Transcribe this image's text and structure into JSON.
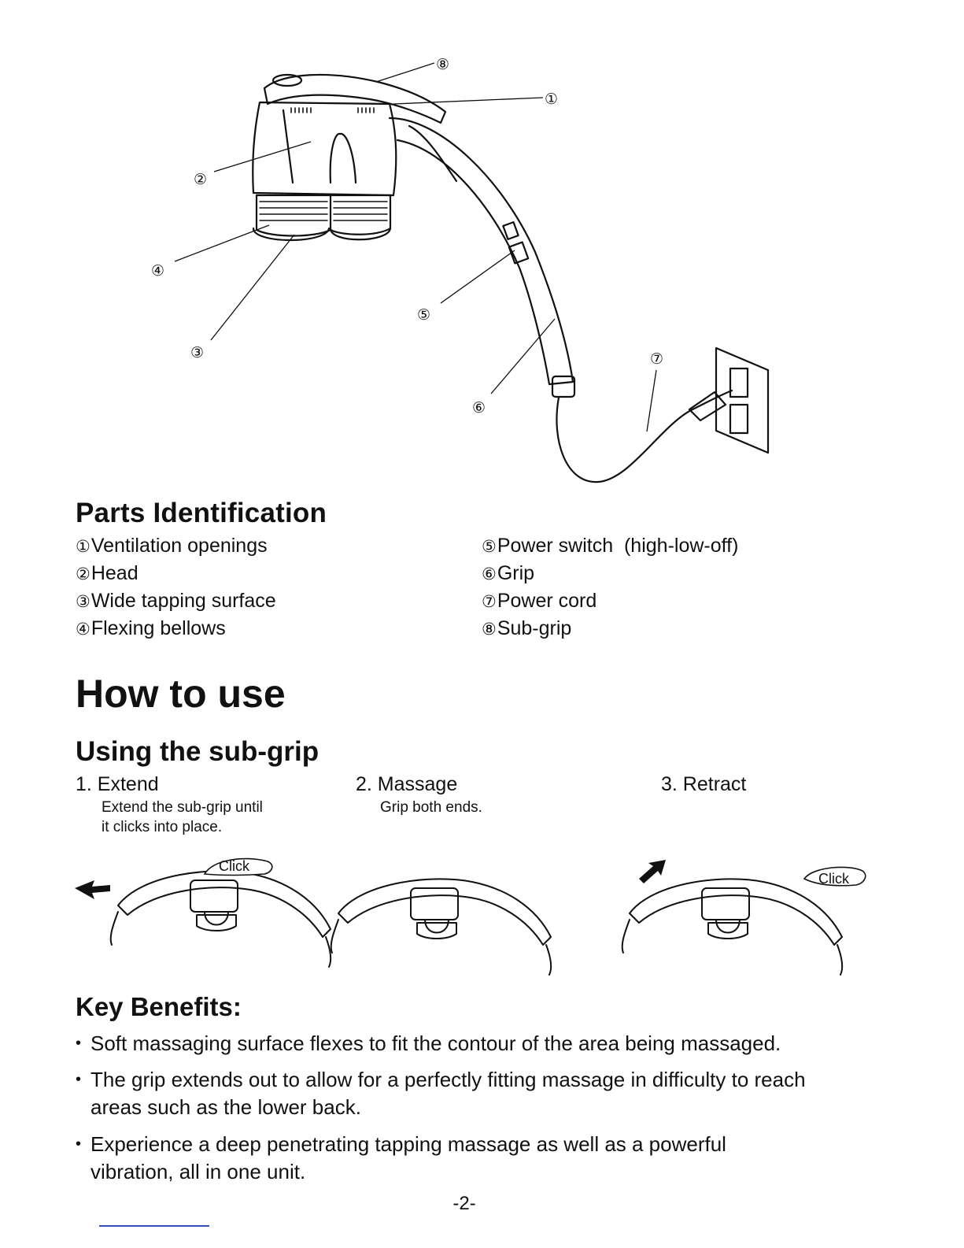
{
  "diagram": {
    "callouts": [
      "①",
      "②",
      "③",
      "④",
      "⑤",
      "⑥",
      "⑦",
      "⑧"
    ]
  },
  "parts_identification": {
    "heading": "Parts Identification",
    "left": [
      {
        "num": "①",
        "label": "Ventilation openings"
      },
      {
        "num": "②",
        "label": "Head"
      },
      {
        "num": "③",
        "label": "Wide tapping surface"
      },
      {
        "num": "④",
        "label": "Flexing bellows"
      }
    ],
    "right": [
      {
        "num": "⑤",
        "label": "Power switch  (high-low-off)"
      },
      {
        "num": "⑥",
        "label": "Grip"
      },
      {
        "num": "⑦",
        "label": "Power cord"
      },
      {
        "num": "⑧",
        "label": "Sub-grip"
      }
    ]
  },
  "how_to_use": {
    "heading": "How to use",
    "subheading": "Using the sub-grip",
    "steps": [
      {
        "title": "1. Extend",
        "desc_line1": "Extend the sub-grip until",
        "desc_line2": "it clicks into place."
      },
      {
        "title": "2. Massage",
        "desc_line1": "Grip both ends.",
        "desc_line2": ""
      },
      {
        "title": "3. Retract",
        "desc_line1": "",
        "desc_line2": ""
      }
    ],
    "click_label_1": "Click",
    "click_label_3": "Click"
  },
  "key_benefits": {
    "heading": "Key Benefits:",
    "bullet": "•",
    "items": [
      "Soft massaging surface flexes to fit the contour of the area being massaged.",
      "The grip extends out to allow for a perfectly fitting massage in difficulty to reach areas such as the lower back.",
      "Experience a deep penetrating tapping massage as well as a powerful vibration, all in one unit."
    ]
  },
  "page_number": "-2-"
}
